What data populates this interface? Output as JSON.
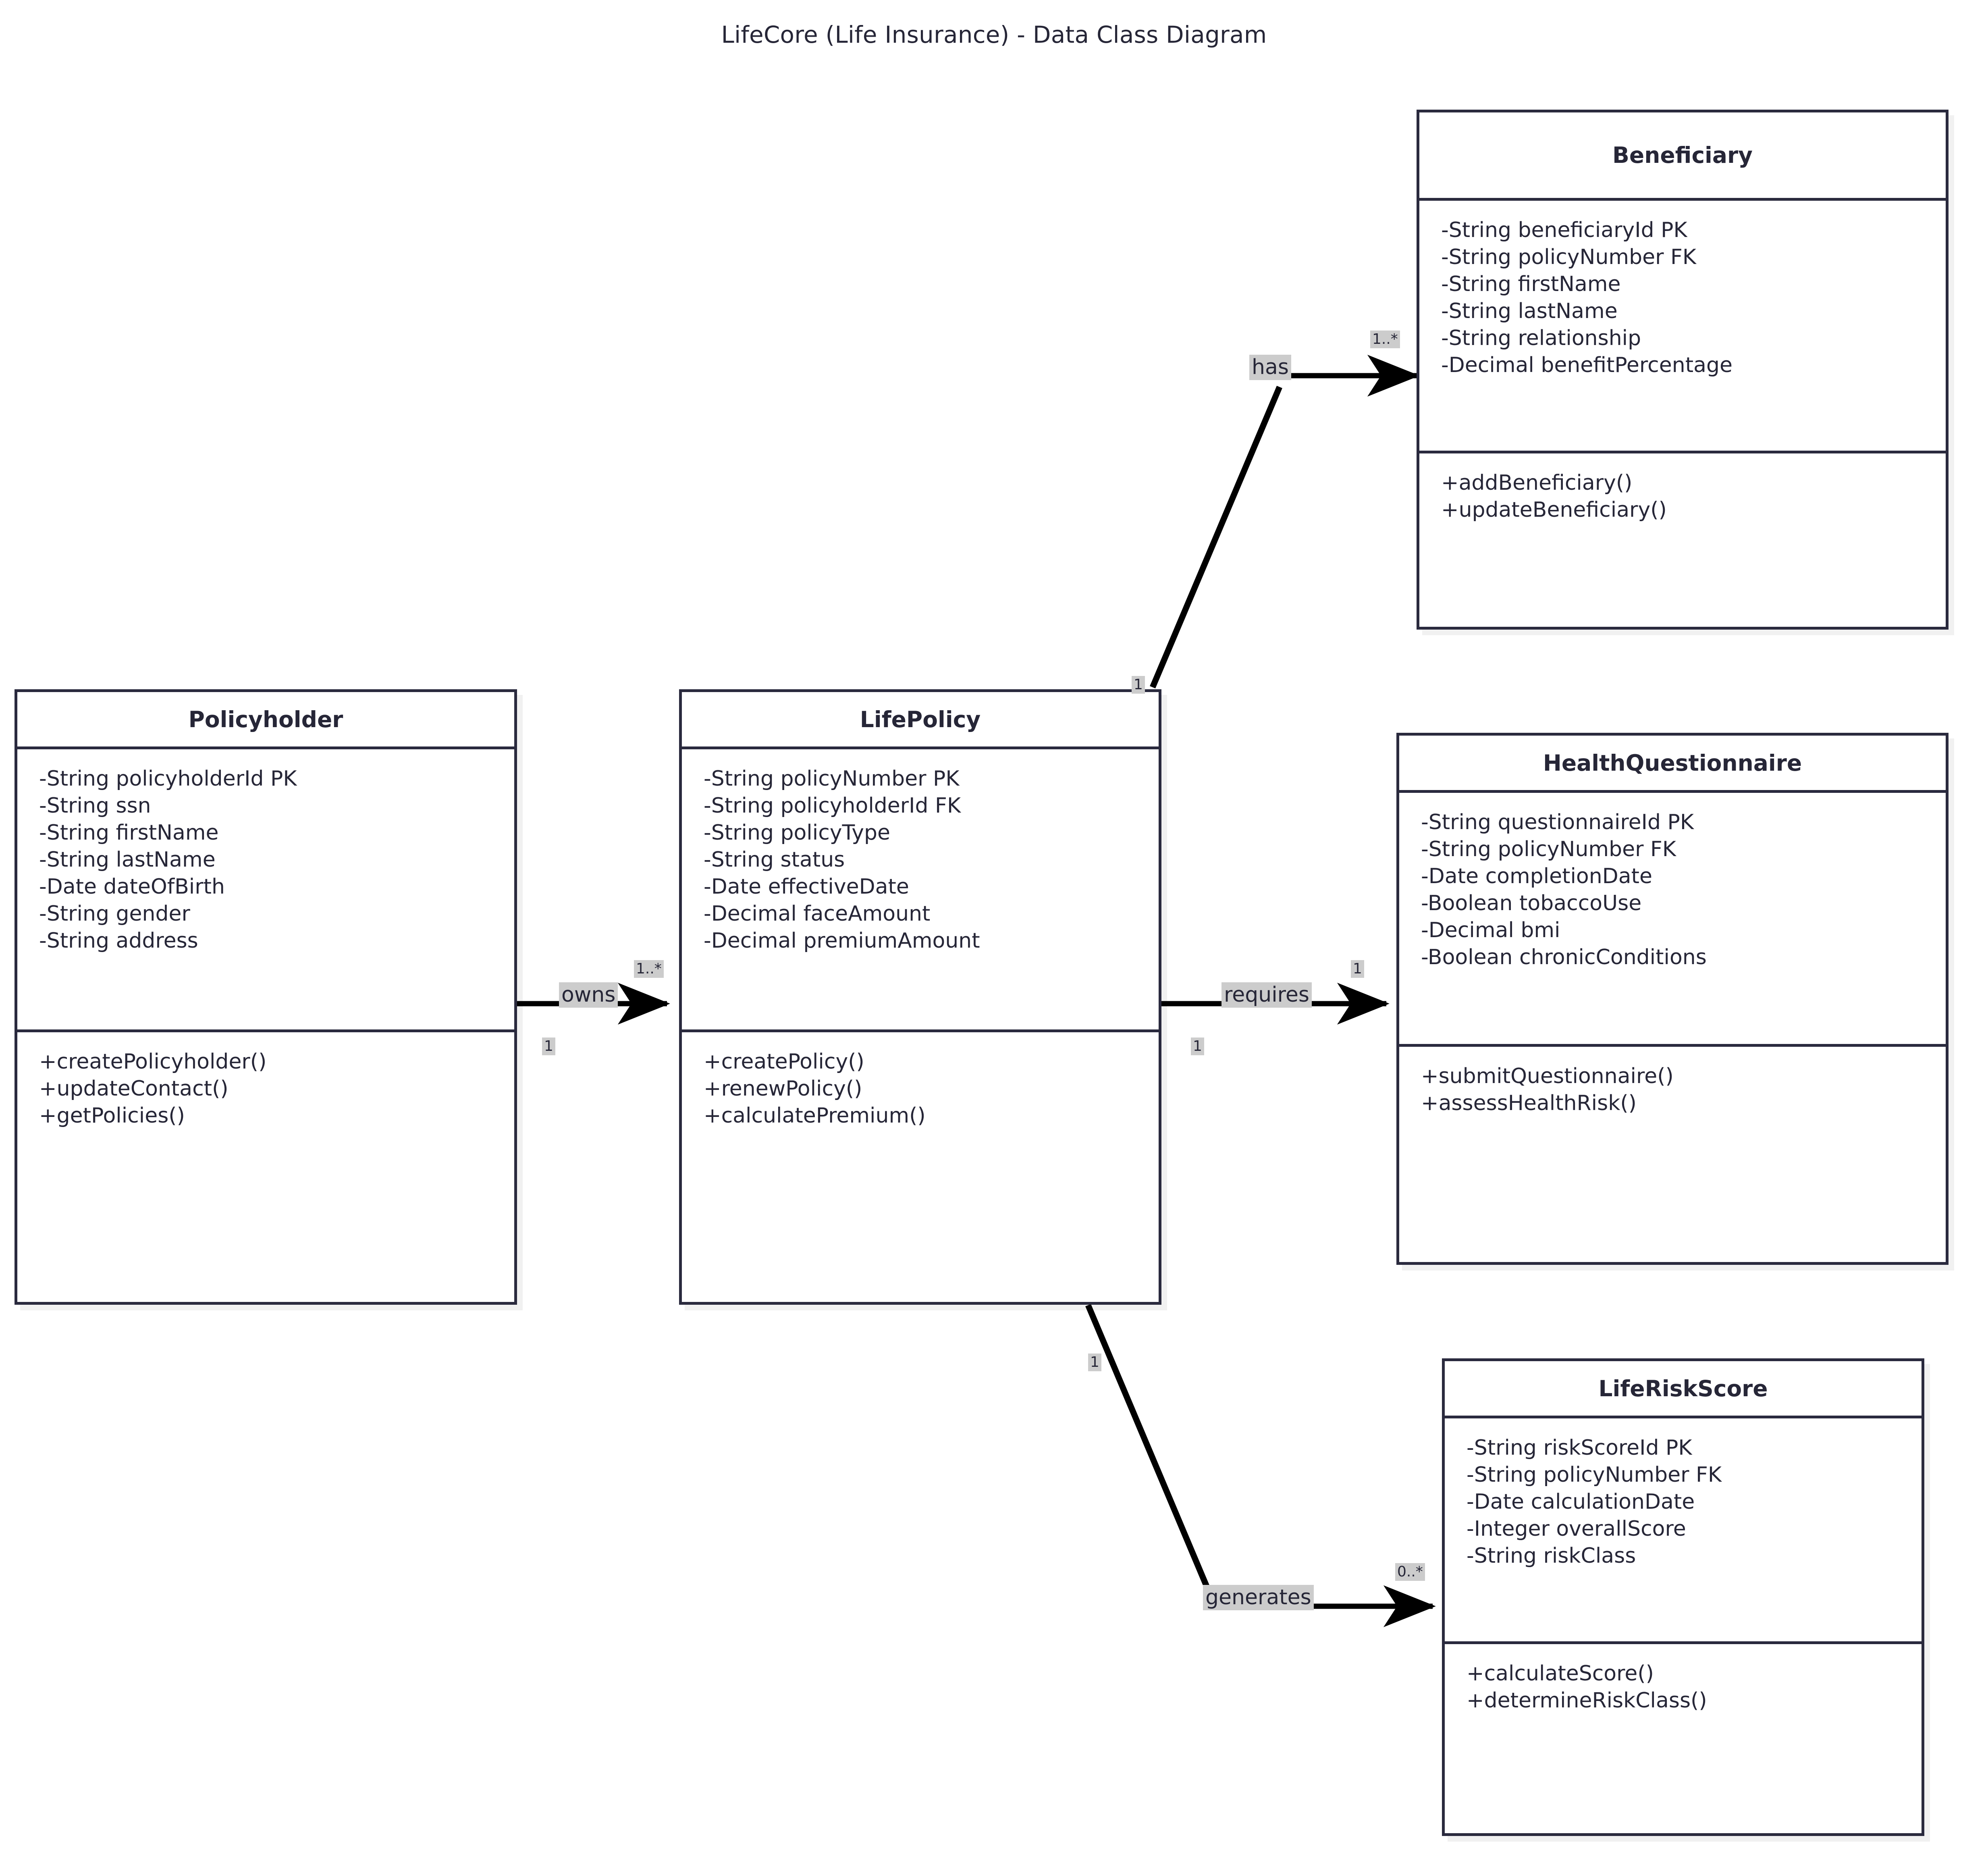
{
  "diagram": {
    "title": "LifeCore (Life Insurance) - Data Class Diagram",
    "type": "uml-class-diagram",
    "colors": {
      "border": "#2a2a3e",
      "text": "#262637",
      "background": "#ffffff",
      "label_background": "#cccccc",
      "edge": "#000000"
    }
  },
  "classes": [
    {
      "id": "beneficiary",
      "name": "Beneficiary",
      "attributes": [
        "-String beneficiaryId PK",
        "-String policyNumber FK",
        "-String firstName",
        "-String lastName",
        "-String relationship",
        "-Decimal benefitPercentage"
      ],
      "methods": [
        "+addBeneficiary()",
        "+updateBeneficiary()"
      ]
    },
    {
      "id": "policyholder",
      "name": "Policyholder",
      "attributes": [
        "-String policyholderId PK",
        "-String ssn",
        "-String firstName",
        "-String lastName",
        "-Date dateOfBirth",
        "-String gender",
        "-String address"
      ],
      "methods": [
        "+createPolicyholder()",
        "+updateContact()",
        "+getPolicies()"
      ]
    },
    {
      "id": "lifepolicy",
      "name": "LifePolicy",
      "attributes": [
        "-String policyNumber PK",
        "-String policyholderId FK",
        "-String policyType",
        "-String status",
        "-Date effectiveDate",
        "-Decimal faceAmount",
        "-Decimal premiumAmount"
      ],
      "methods": [
        "+createPolicy()",
        "+renewPolicy()",
        "+calculatePremium()"
      ]
    },
    {
      "id": "healthquestionnaire",
      "name": "HealthQuestionnaire",
      "attributes": [
        "-String questionnaireId PK",
        "-String policyNumber FK",
        "-Date completionDate",
        "-Boolean tobaccoUse",
        "-Decimal bmi",
        "-Boolean chronicConditions"
      ],
      "methods": [
        "+submitQuestionnaire()",
        "+assessHealthRisk()"
      ]
    },
    {
      "id": "liferiskscore",
      "name": "LifeRiskScore",
      "attributes": [
        "-String riskScoreId PK",
        "-String policyNumber FK",
        "-Date calculationDate",
        "-Integer overallScore",
        "-String riskClass"
      ],
      "methods": [
        "+calculateScore()",
        "+determineRiskClass()"
      ]
    }
  ],
  "relationships": [
    {
      "id": "owns",
      "label": "owns",
      "from": "policyholder",
      "to": "lifepolicy",
      "source_multiplicity": "1",
      "target_multiplicity": "1..*"
    },
    {
      "id": "has",
      "label": "has",
      "from": "lifepolicy",
      "to": "beneficiary",
      "source_multiplicity": "1",
      "target_multiplicity": "1..*"
    },
    {
      "id": "requires",
      "label": "requires",
      "from": "lifepolicy",
      "to": "healthquestionnaire",
      "source_multiplicity": "1",
      "target_multiplicity": "1"
    },
    {
      "id": "generates",
      "label": "generates",
      "from": "lifepolicy",
      "to": "liferiskscore",
      "source_multiplicity": "1",
      "target_multiplicity": "0..*"
    }
  ]
}
